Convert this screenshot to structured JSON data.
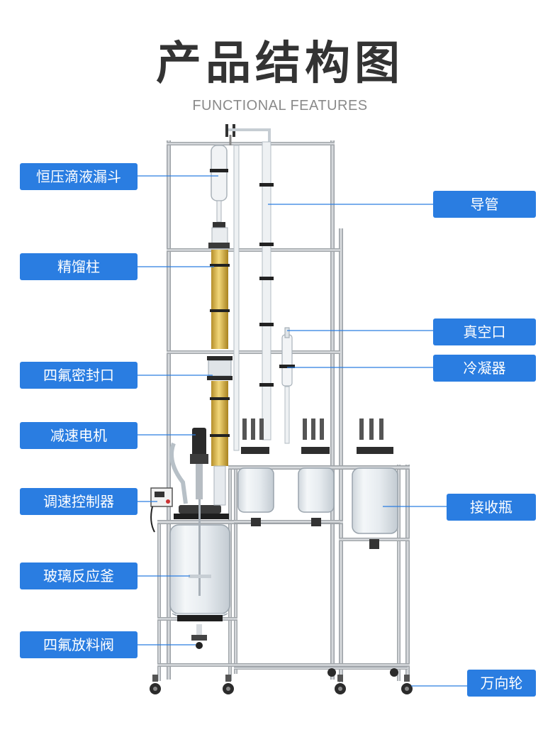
{
  "title": "产品结构图",
  "subtitle": "FUNCTIONAL FEATURES",
  "colors": {
    "label_bg": "#2a7de1",
    "label_text": "#ffffff",
    "title_text": "#333333",
    "subtitle_text": "#8a8a8a",
    "frame_metal": "#b9bdc2"
  },
  "labels": {
    "dropping_funnel": "恒压滴液漏斗",
    "rectifying_column": "精馏柱",
    "ptfe_seal": "四氟密封口",
    "reducer_motor": "减速电机",
    "speed_controller": "调速控制器",
    "glass_reactor": "玻璃反应釜",
    "ptfe_valve": "四氟放料阀",
    "guide_tube": "导管",
    "vacuum_port": "真空口",
    "condenser": "冷凝器",
    "receiving_flask": "接收瓶",
    "casters": "万向轮"
  }
}
